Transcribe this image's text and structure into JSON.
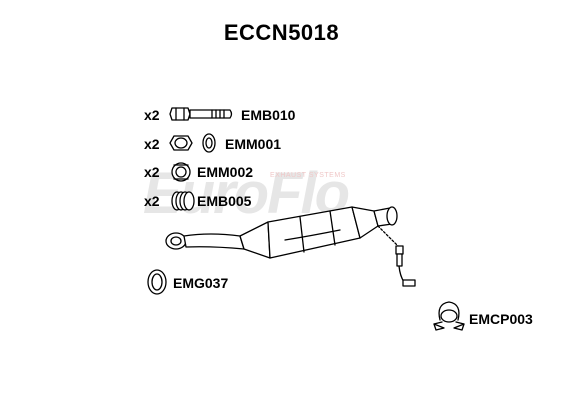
{
  "title": "ECCN5018",
  "watermark": {
    "logo": "EuroFlo",
    "tagline": "EXHAUST SYSTEMS"
  },
  "parts": [
    {
      "qty": "x2",
      "code": "EMB010",
      "icon": "bolt-icon"
    },
    {
      "qty": "x2",
      "code": "EMM001",
      "icon": "nut-washer-icon"
    },
    {
      "qty": "x2",
      "code": "EMM002",
      "icon": "nut-icon"
    },
    {
      "qty": "x2",
      "code": "EMB005",
      "icon": "spring-icon"
    },
    {
      "qty": "",
      "code": "EMG037",
      "icon": "gasket-ring-icon"
    },
    {
      "qty": "",
      "code": "EMCP003",
      "icon": "clamp-icon"
    }
  ],
  "main_part": {
    "icon": "catalytic-converter-icon"
  },
  "colors": {
    "line": "#000000",
    "fill": "#ffffff",
    "watermark": "#e6e6e6"
  }
}
